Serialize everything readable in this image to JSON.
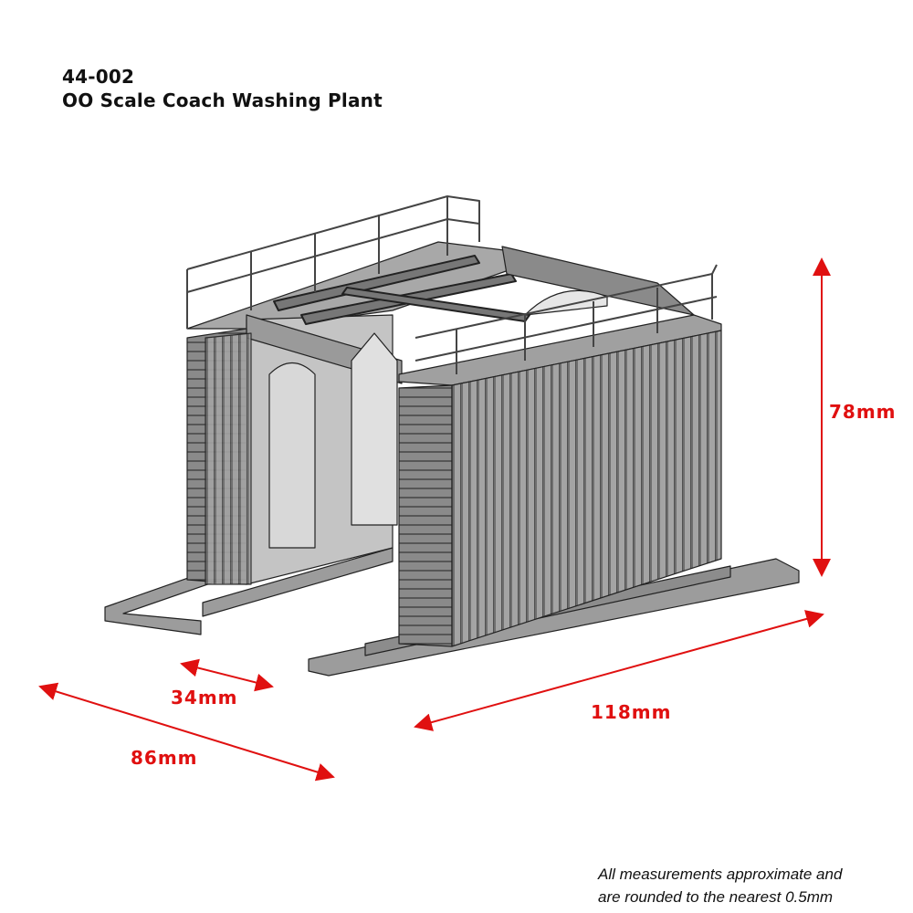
{
  "header": {
    "product_code": "44-002",
    "product_name": "OO Scale Coach Washing Plant"
  },
  "dimensions": {
    "height": "78mm",
    "inner_width": "34mm",
    "depth": "86mm",
    "length": "118mm"
  },
  "note": {
    "line1": "All measurements approximate and",
    "line2": "are rounded to the nearest 0.5mm"
  },
  "colors": {
    "dimension": "#e01010",
    "model_fill": "#9a9a9a",
    "model_outline": "#222222"
  }
}
